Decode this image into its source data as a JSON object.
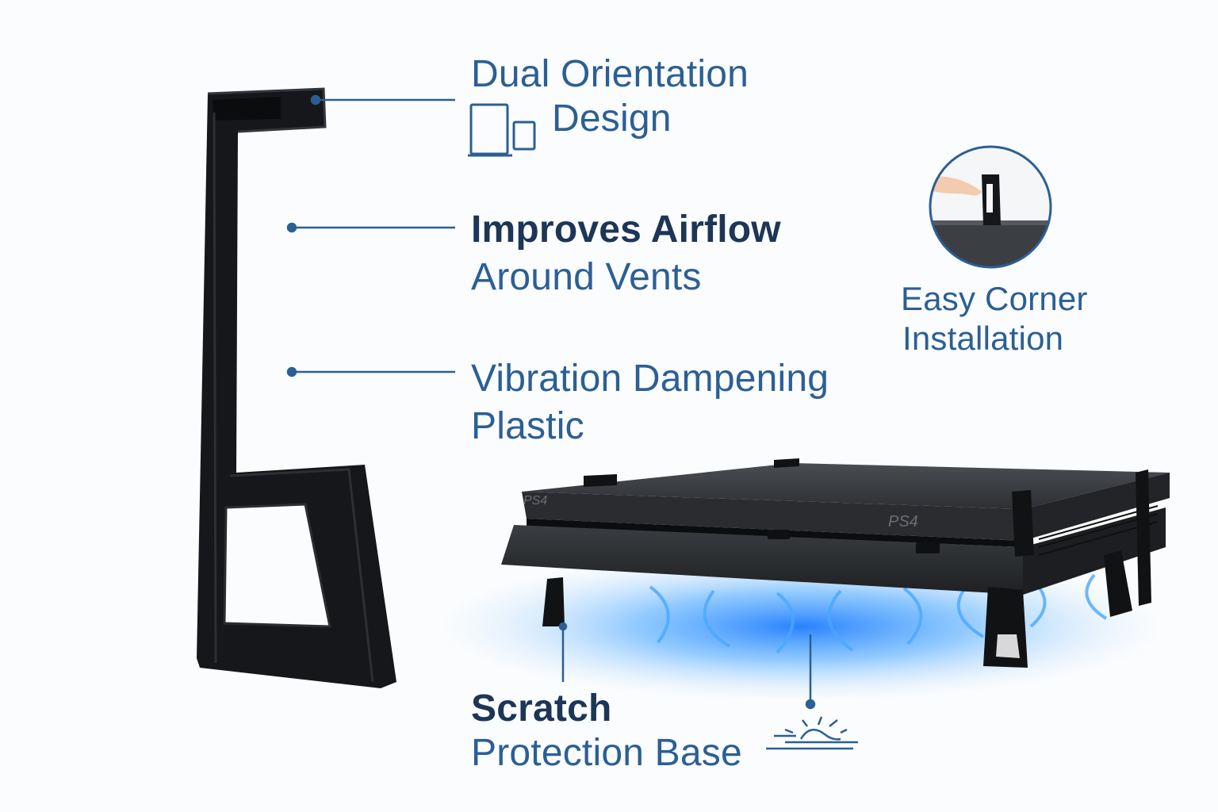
{
  "colors": {
    "accent_blue": "#2b5f95",
    "heading_navy": "#1d3657",
    "stand_black": "#15171a",
    "glow_blue": "#2f8cff"
  },
  "features": {
    "dual_orientation": {
      "line1": "Dual Orientation",
      "line2": "Design",
      "icon": "dual-orientation-icon"
    },
    "airflow": {
      "line1": "Improves Airflow",
      "line2": "Around Vents"
    },
    "vibration": {
      "line1": "Vibration Dampening",
      "line2": "Plastic"
    },
    "scratch": {
      "line1": "Scratch",
      "line2": "Protection Base",
      "icon": "scratch-pad-icon"
    },
    "corner": {
      "line1": "Easy Corner",
      "line2": "Installation",
      "icon": "corner-install-inset"
    }
  },
  "product": {
    "console_logo_top": "PS4",
    "console_logo_front": "PS4"
  }
}
